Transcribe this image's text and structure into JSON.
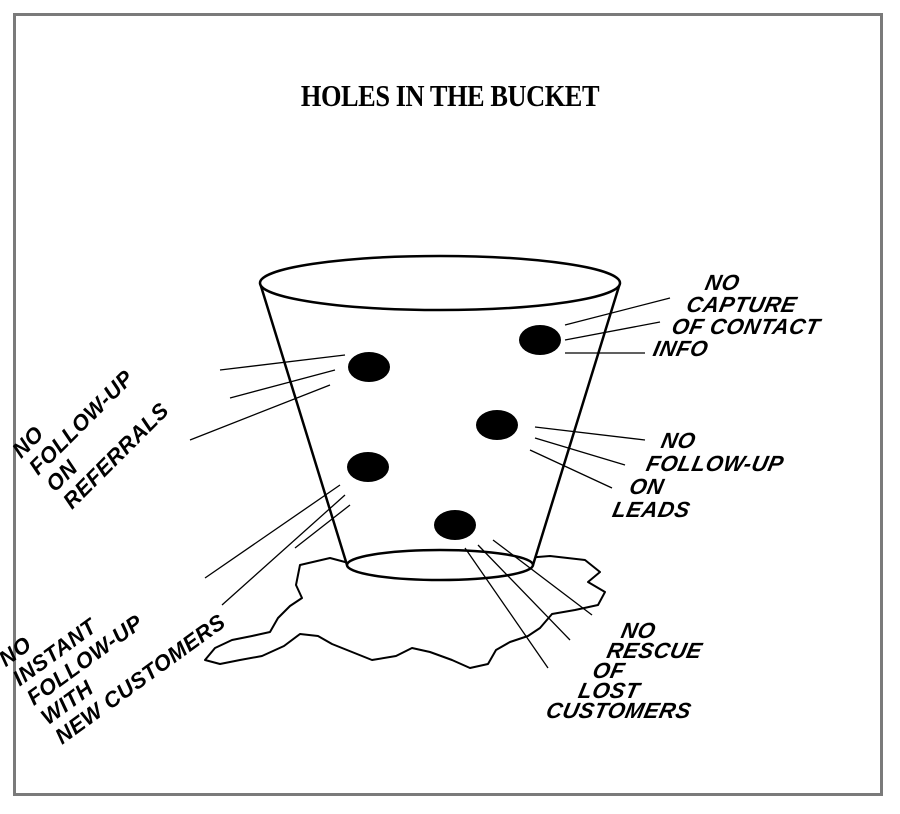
{
  "title": "HOLES IN THE BUCKET",
  "labels": {
    "referrals": [
      "NO",
      "FOLLOW-UP",
      "ON",
      "REFERRALS"
    ],
    "contact": [
      "NO",
      "CAPTURE",
      "OF CONTACT",
      "INFO"
    ],
    "leads": [
      "NO",
      "FOLLOW-UP",
      "ON",
      "LEADS"
    ],
    "new_customers": [
      "NO",
      "INSTANT",
      "FOLLOW-UP",
      "WITH",
      "NEW CUSTOMERS"
    ],
    "lost_customers": [
      "NO",
      "RESCUE",
      "OF",
      "LOST",
      "CUSTOMERS"
    ]
  }
}
